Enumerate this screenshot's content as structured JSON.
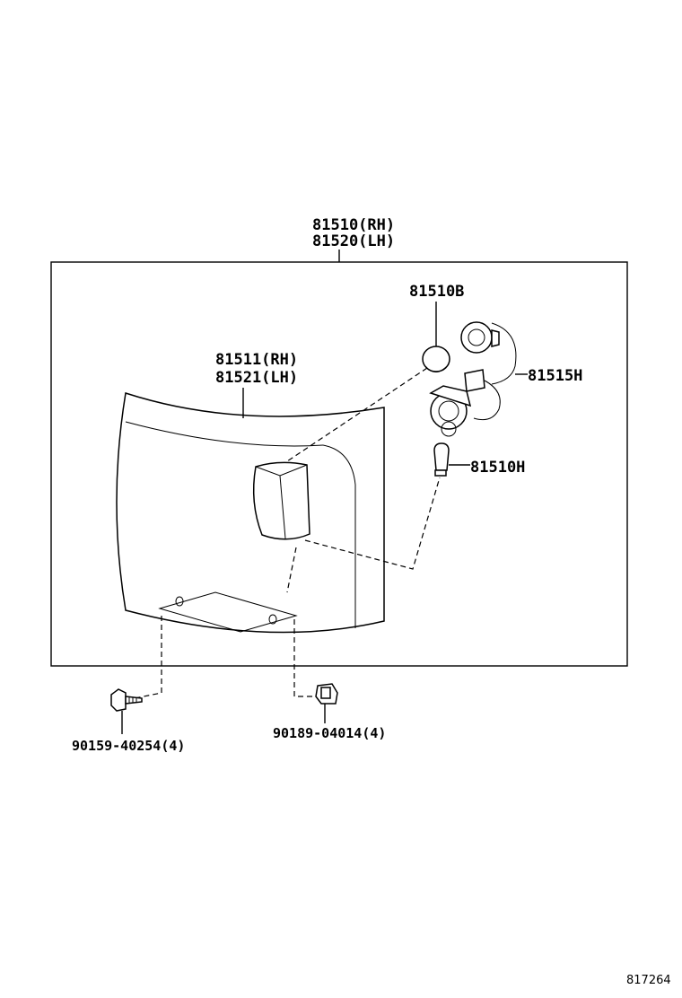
{
  "labels": {
    "assembly_rh": "81510(RH)",
    "assembly_lh": "81520(LH)",
    "lens_rh": "81511(RH)",
    "lens_lh": "81521(LH)",
    "bulb_b": "81510B",
    "socket_wire": "81515H",
    "bulb_h": "81510H",
    "screw": "90159-40254(4)",
    "nut": "90189-04014(4)",
    "diagram_id": "817264"
  }
}
